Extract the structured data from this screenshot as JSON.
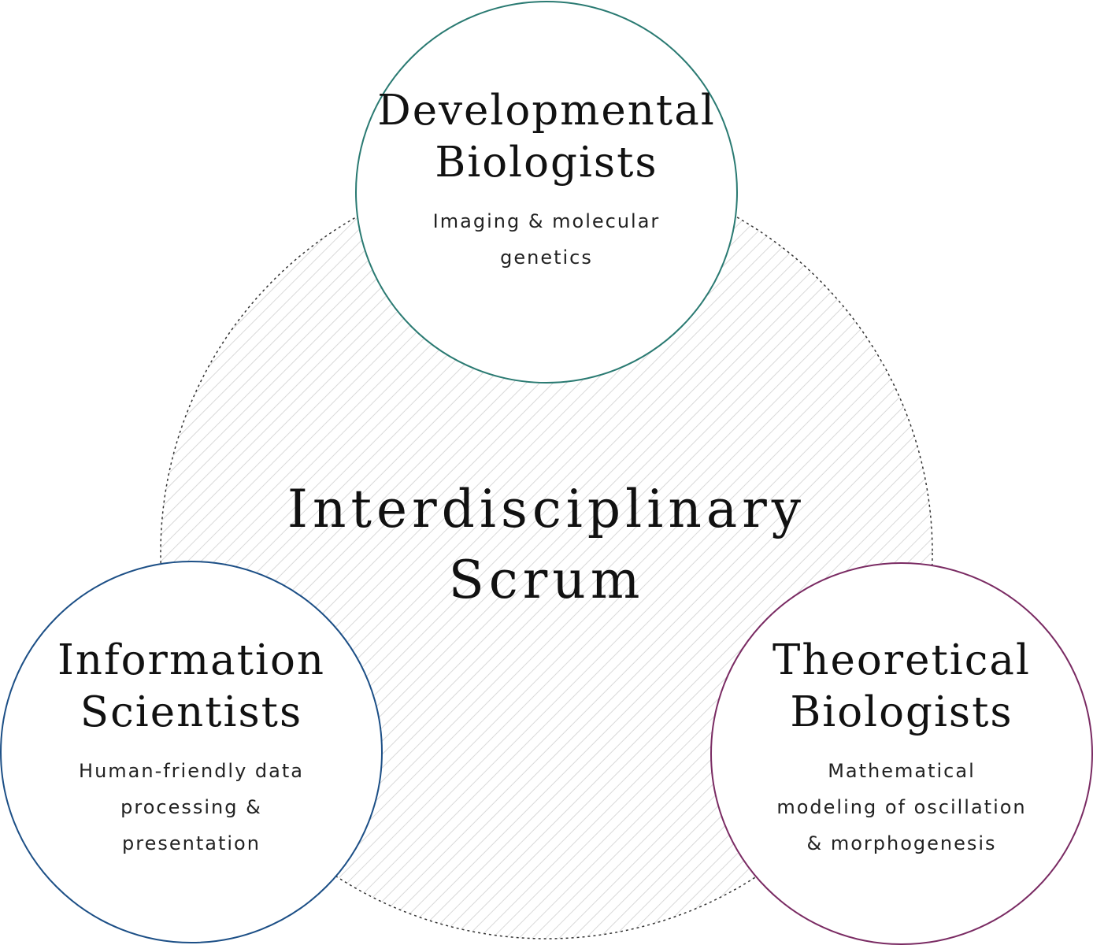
{
  "colors": {
    "developmental": "#2a7a72",
    "information": "#1c4f86",
    "theoretical": "#7a2b63",
    "hatch": "#d9d9d9",
    "dotted_outline": "#333333"
  },
  "center": {
    "title_line1": "Interdisciplinary",
    "title_line2": "Scrum"
  },
  "groups": {
    "developmental": {
      "title_line1": "Developmental",
      "title_line2": "Biologists",
      "desc_line1": "Imaging & molecular",
      "desc_line2": "genetics"
    },
    "information": {
      "title_line1": "Information",
      "title_line2": "Scientists",
      "desc_line1": "Human-friendly data",
      "desc_line2": "processing &",
      "desc_line3": "presentation"
    },
    "theoretical": {
      "title_line1": "Theoretical",
      "title_line2": "Biologists",
      "desc_line1": "Mathematical",
      "desc_line2": "modeling of oscillation",
      "desc_line3": "& morphogenesis"
    }
  }
}
